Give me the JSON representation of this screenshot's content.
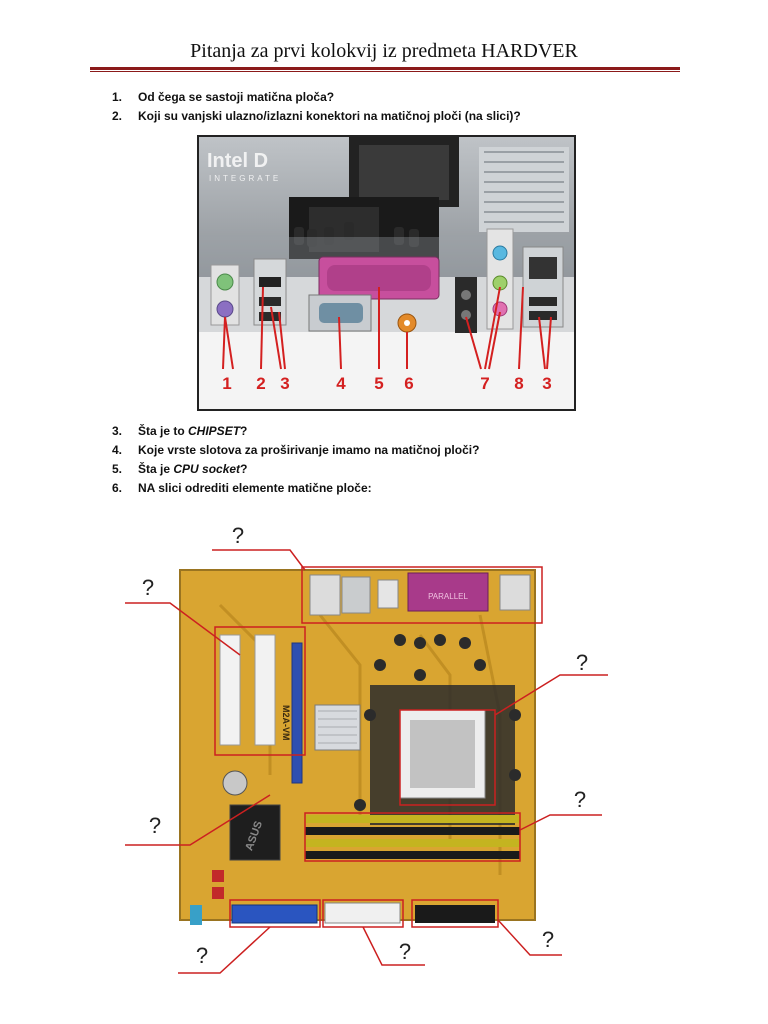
{
  "header": {
    "title": "Pitanja za prvi kolokvij iz predmeta HARDVER"
  },
  "questions_top": [
    {
      "num": "1.",
      "text": "Od čega se sastoji matična ploča?"
    },
    {
      "num": "2.",
      "text": "Koji su vanjski ulazno/izlazni konektori na matičnoj ploči (na slici)?"
    }
  ],
  "questions_bottom": [
    {
      "num": "3.",
      "pre": "Šta je to ",
      "em": "CHIPSET",
      "post": "?"
    },
    {
      "num": "4.",
      "pre": "Koje vrste slotova za proširivanje imamo na matičnoj ploči?",
      "em": "",
      "post": ""
    },
    {
      "num": "5.",
      "pre": "Šta je ",
      "em": "CPU socket",
      "post": "?"
    },
    {
      "num": "6.",
      "pre": "NA slici odrediti elemente matične ploče:",
      "em": "",
      "post": ""
    }
  ],
  "connector_photo": {
    "brand_text": "Intel D",
    "brand_sub": "INTEGRATE",
    "labels": [
      "1",
      "2",
      "3",
      "4",
      "5",
      "6",
      "7",
      "8",
      "3"
    ],
    "colors": {
      "label_red": "#d42020",
      "parallel_port": "#b0408a",
      "serial_port": "#6f8fa3"
    }
  },
  "board_photo": {
    "question_mark": "?",
    "board_text": "M2A-VM",
    "brand_text": "ASUS",
    "parallel_text": "PARALLEL",
    "colors": {
      "pcb": "#d9a531",
      "callout_red": "#cc2020",
      "pci_slot": "#f2f2f2",
      "pcie_slot": "#2e4fb0"
    }
  }
}
